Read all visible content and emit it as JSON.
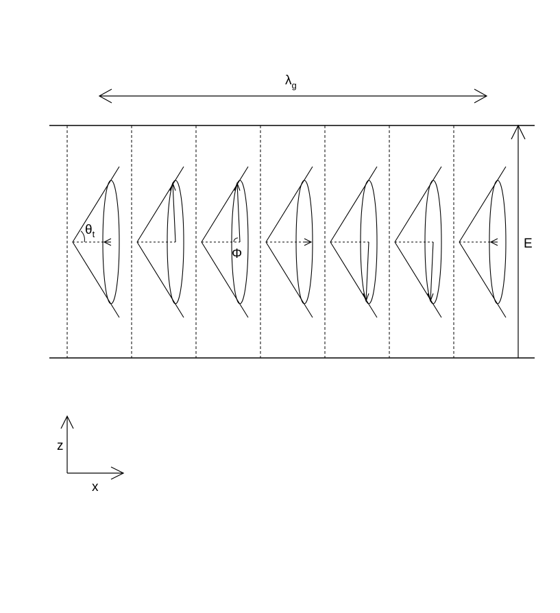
{
  "labels": {
    "wavelength": "λ",
    "wavelength_sub": "g",
    "theta": "θ",
    "theta_sub": "t",
    "phi": "Φ",
    "field": "E",
    "axis_z": "z",
    "axis_x": "x"
  },
  "colors": {
    "ink": "#000000",
    "background": "#ffffff"
  },
  "cones": [
    {
      "index": 1,
      "arrow": "left"
    },
    {
      "index": 2,
      "arrow": "up"
    },
    {
      "index": 3,
      "arrow": "up"
    },
    {
      "index": 4,
      "arrow": "right"
    },
    {
      "index": 5,
      "arrow": "down"
    },
    {
      "index": 6,
      "arrow": "down"
    },
    {
      "index": 7,
      "arrow": "left"
    }
  ]
}
